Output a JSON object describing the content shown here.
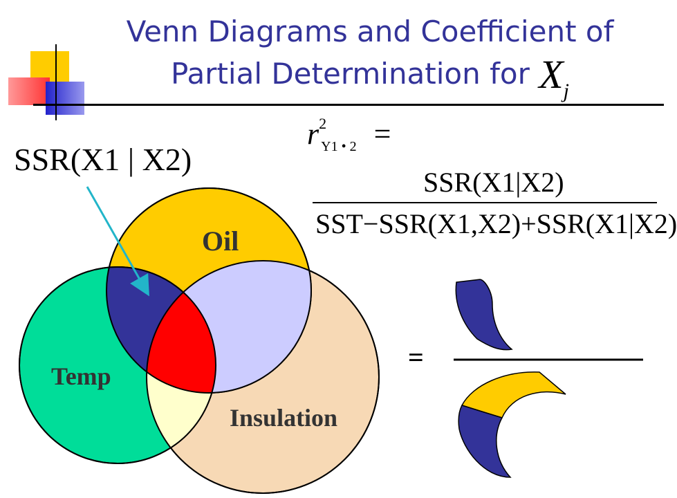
{
  "title": {
    "line1": "Venn Diagrams and Coefficient of",
    "line2": "Partial Determination for",
    "var_letter": "X",
    "var_sub": "j"
  },
  "formula": {
    "r_symbol": "r",
    "r_sup": "2",
    "r_sub": "Y1 • 2",
    "equals": "=",
    "numerator": "SSR(X1|X2)",
    "denominator": "SST−SSR(X1,X2)+SSR(X1|X2)"
  },
  "callout": {
    "text": "SSR(X1 | X2)"
  },
  "venn": {
    "labels": {
      "oil": "Oil",
      "temp": "Temp",
      "insulation": "Insulation"
    },
    "colors": {
      "oil": "#ffcc00",
      "temp": "#00dd99",
      "insulation": "#f7d9b5",
      "oil_temp": "#333399",
      "oil_insulation": "#ccccff",
      "temp_insulation": "#ffffcc",
      "all_three": "#ff0000",
      "arrow": "#22b5c9"
    }
  },
  "ratio": {
    "equals": "="
  }
}
